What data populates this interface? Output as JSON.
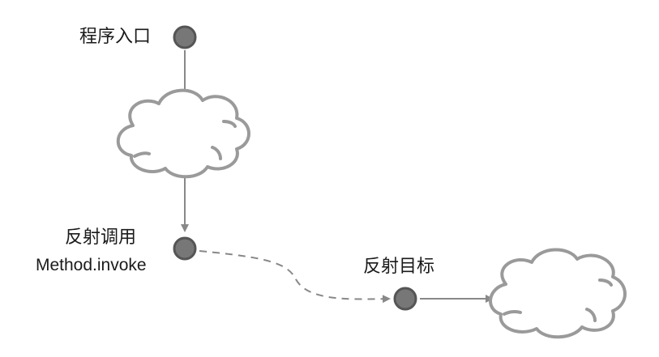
{
  "nodes": {
    "entry": {
      "label": "程序入口"
    },
    "reflect_call": {
      "label": "反射调用",
      "sublabel": "Method.invoke"
    },
    "reflect_target": {
      "label": "反射目标"
    }
  },
  "colors": {
    "node_fill": "#777777",
    "node_stroke": "#555555",
    "edge": "#888888",
    "cloud_stroke": "#9a9a9a",
    "text": "#1a1a1a"
  }
}
